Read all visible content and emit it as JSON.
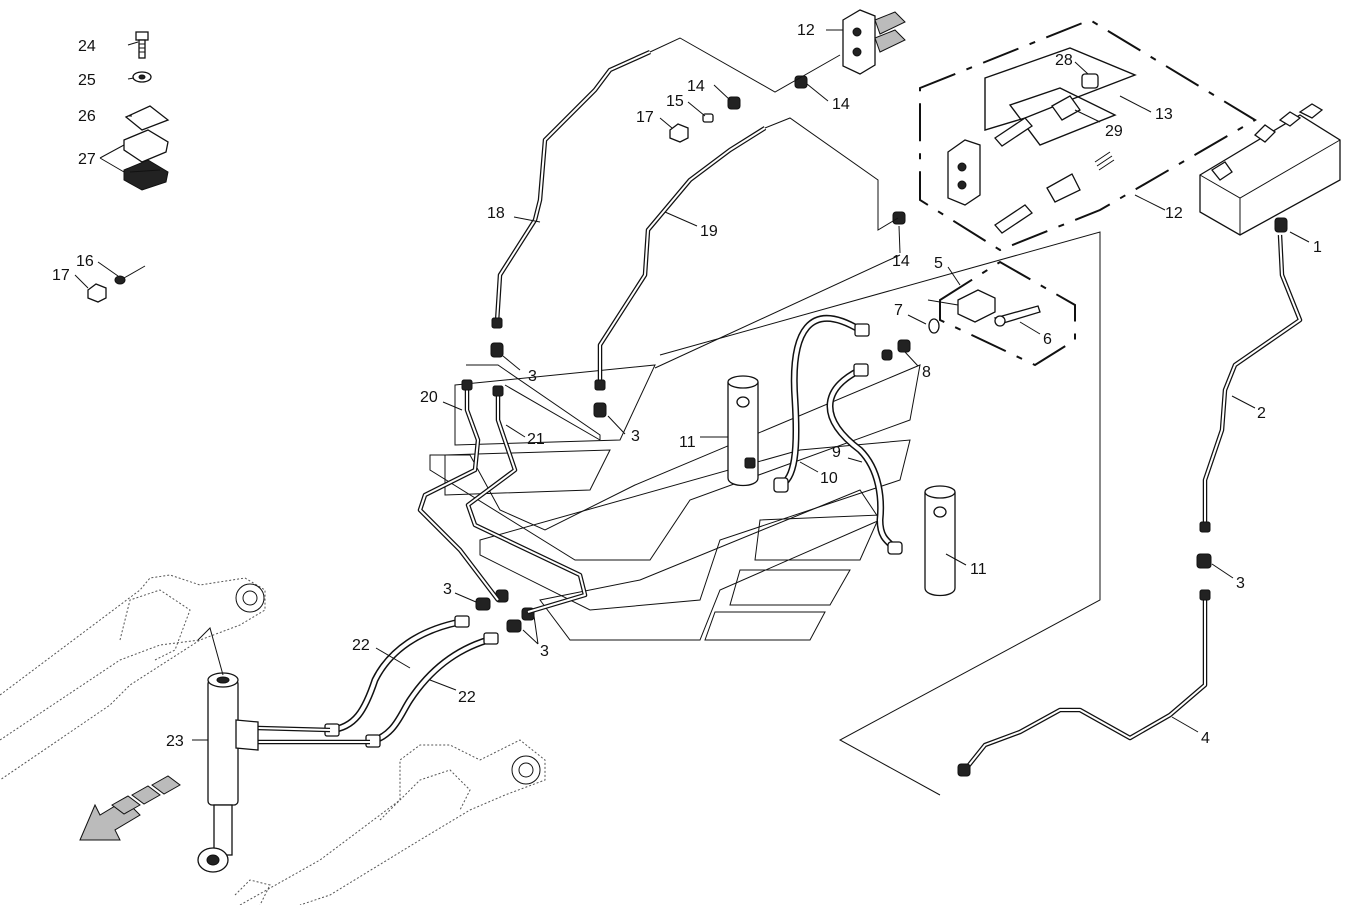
{
  "callouts": [
    {
      "id": "c24",
      "text": "24"
    },
    {
      "id": "c25",
      "text": "25"
    },
    {
      "id": "c26",
      "text": "26"
    },
    {
      "id": "c27",
      "text": "27"
    },
    {
      "id": "c16",
      "text": "16"
    },
    {
      "id": "c17a",
      "text": "17"
    },
    {
      "id": "c12a",
      "text": "12"
    },
    {
      "id": "c14a",
      "text": "14"
    },
    {
      "id": "c14b",
      "text": "14"
    },
    {
      "id": "c15",
      "text": "15"
    },
    {
      "id": "c17b",
      "text": "17"
    },
    {
      "id": "c18",
      "text": "18"
    },
    {
      "id": "c19",
      "text": "19"
    },
    {
      "id": "c28",
      "text": "28"
    },
    {
      "id": "c13",
      "text": "13"
    },
    {
      "id": "c29",
      "text": "29"
    },
    {
      "id": "c12b",
      "text": "12"
    },
    {
      "id": "c14c",
      "text": "14"
    },
    {
      "id": "c1",
      "text": "1"
    },
    {
      "id": "c5",
      "text": "5"
    },
    {
      "id": "c7",
      "text": "7"
    },
    {
      "id": "c6",
      "text": "6"
    },
    {
      "id": "c8",
      "text": "8"
    },
    {
      "id": "c3a",
      "text": "3"
    },
    {
      "id": "c3b",
      "text": "3"
    },
    {
      "id": "c20",
      "text": "20"
    },
    {
      "id": "c21",
      "text": "21"
    },
    {
      "id": "c11a",
      "text": "11"
    },
    {
      "id": "c10",
      "text": "10"
    },
    {
      "id": "c9",
      "text": "9"
    },
    {
      "id": "c11b",
      "text": "11"
    },
    {
      "id": "c2",
      "text": "2"
    },
    {
      "id": "c3c",
      "text": "3"
    },
    {
      "id": "c3d",
      "text": "3"
    },
    {
      "id": "c3e",
      "text": "3"
    },
    {
      "id": "c22a",
      "text": "22"
    },
    {
      "id": "c22b",
      "text": "22"
    },
    {
      "id": "c23",
      "text": "23"
    },
    {
      "id": "c4",
      "text": "4"
    }
  ],
  "colors": {
    "ink": "#111111",
    "background": "#ffffff",
    "shade": "#bbbbbb"
  }
}
